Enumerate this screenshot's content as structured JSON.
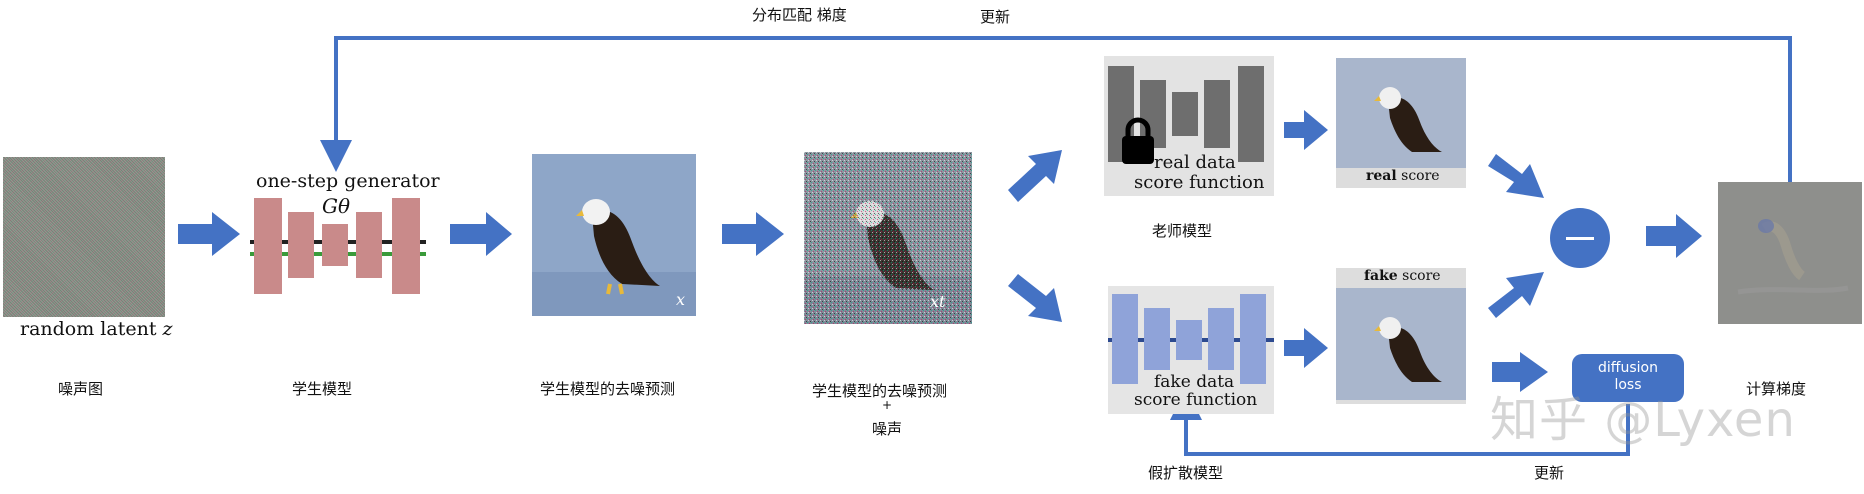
{
  "top_labels": {
    "distribution_matching": "分布匹配 梯度",
    "update_top": "更新"
  },
  "noise": {
    "caption": "random latent",
    "var": "z",
    "label": "噪声图"
  },
  "student": {
    "title": "one-step generator",
    "symbol": "Gθ",
    "label": "学生模型"
  },
  "student_pred": {
    "var": "x",
    "label": "学生模型的去噪预测"
  },
  "noisy_pred": {
    "var": "xt",
    "label_line1": "学生模型的去噪预测",
    "label_plus": "+",
    "label_line2": "噪声"
  },
  "teacher": {
    "text_line1": "real data",
    "text_line2": "score function",
    "label": "老师模型"
  },
  "real_score": {
    "bold": "real",
    "rest": "score"
  },
  "fake": {
    "text_line1": "fake data",
    "text_line2": "score function",
    "label": "假扩散模型"
  },
  "fake_score": {
    "bold": "fake",
    "rest": "score"
  },
  "diffusion_loss": {
    "line1": "diffusion",
    "line2": "loss"
  },
  "gradient": {
    "label": "计算梯度"
  },
  "update_bottom": "更新",
  "watermark": "知乎 @Lyxen",
  "colors": {
    "arrow": "#4472c4",
    "student_block": "#c98a8a",
    "teacher_block": "#6e6e6e",
    "fake_block": "#8fa3d9"
  }
}
